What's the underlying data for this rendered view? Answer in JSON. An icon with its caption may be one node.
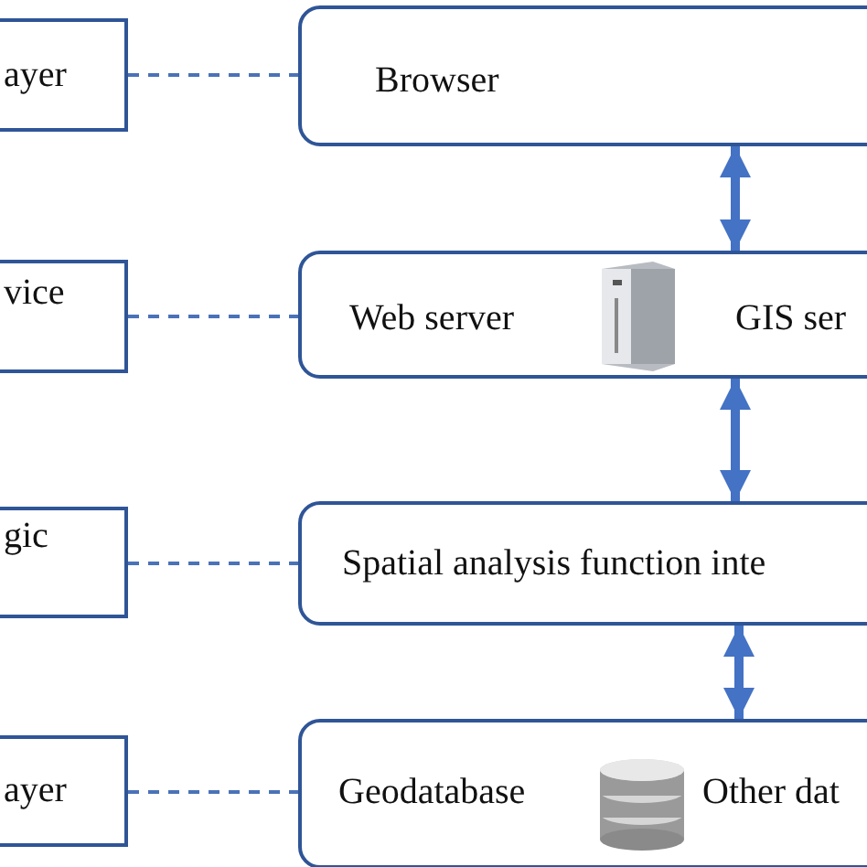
{
  "diagram": {
    "nodes": [
      {
        "text": [
          "ayer"
        ]
      },
      {
        "text": [
          "Browser"
        ]
      },
      {
        "text": [
          "vice"
        ]
      },
      {
        "text": [
          "Web server",
          "GIS ser"
        ]
      },
      {
        "text": [
          "gic"
        ]
      },
      {
        "text": [
          "Spatial analysis function inte"
        ]
      },
      {
        "text": [
          "ayer"
        ]
      },
      {
        "text": [
          "Geodatabase",
          "Other dat"
        ]
      }
    ],
    "edges": [
      {
        "from": 0,
        "to": 1,
        "arrow": "none",
        "style": "dashed"
      },
      {
        "from": 2,
        "to": 3,
        "arrow": "none",
        "style": "dashed"
      },
      {
        "from": 4,
        "to": 5,
        "arrow": "none",
        "style": "dashed"
      },
      {
        "from": 6,
        "to": 7,
        "arrow": "none",
        "style": "dashed"
      },
      {
        "from": 1,
        "to": 3,
        "arrow": "both",
        "style": "thick"
      },
      {
        "from": 3,
        "to": 5,
        "arrow": "both",
        "style": "thick"
      },
      {
        "from": 5,
        "to": 7,
        "arrow": "both",
        "style": "thick"
      }
    ]
  }
}
